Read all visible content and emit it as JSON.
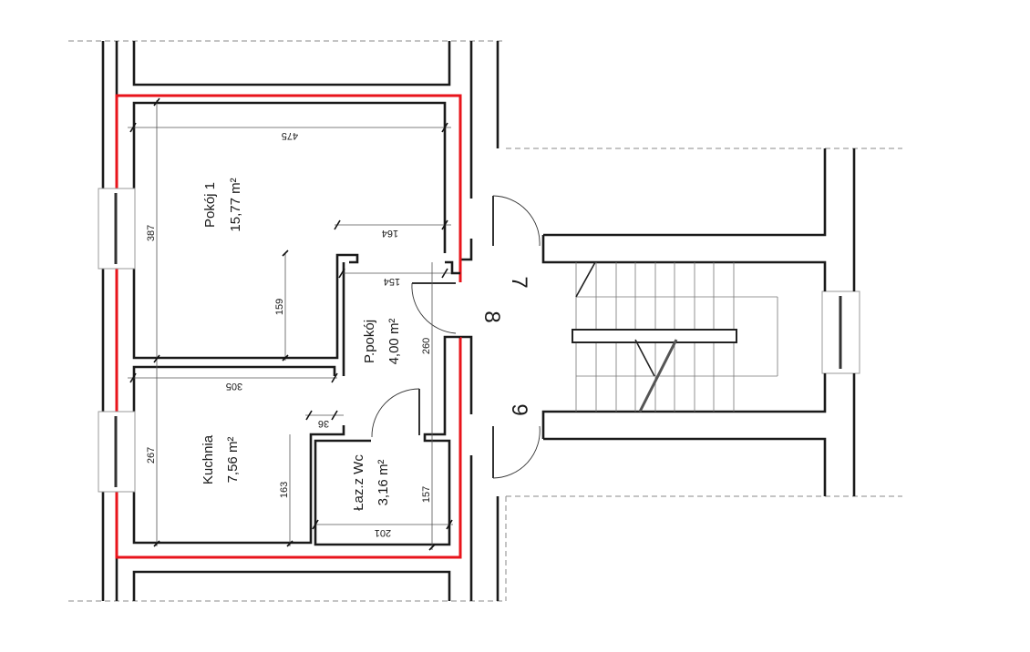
{
  "rooms": {
    "pokoj1": {
      "name": "Pokój 1",
      "area": "15,77 m²"
    },
    "kuchnia": {
      "name": "Kuchnia",
      "area": "7,56 m²"
    },
    "przedpokoj": {
      "name": "P.pokój",
      "area": "4,00 m²"
    },
    "lazienka": {
      "name": "Łaz.z Wc",
      "area": "3,16 m²"
    }
  },
  "dimensions": {
    "d475": "475",
    "d164": "164",
    "d154": "154",
    "d387": "387",
    "d159": "159",
    "d260": "260",
    "d305": "305",
    "d36": "36",
    "d267": "267",
    "d163": "163",
    "d157": "157",
    "d201": "201"
  },
  "numbers": {
    "n7": "7",
    "n8": "8",
    "n9": "9"
  },
  "colors": {
    "highlight": "#e8141b",
    "wall": "#1a1a1a"
  }
}
